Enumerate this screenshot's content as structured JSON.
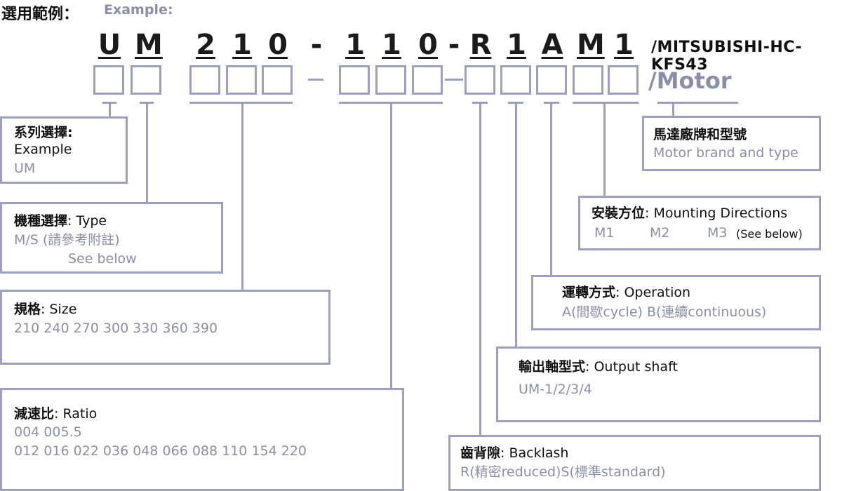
{
  "header": {
    "title_cn": "選用範例：",
    "title_en": "Example:"
  },
  "model_code": {
    "chars": [
      "U",
      "M",
      "2",
      "1",
      "0",
      "-",
      "1",
      "1",
      "0",
      "-",
      "R",
      "1",
      "A",
      "M",
      "1"
    ],
    "motor_model": "/MITSUBISHI-HC-KFS43",
    "motor_label": "/Motor"
  },
  "boxes": {
    "series": {
      "title": "系列選擇:",
      "line1": "Example",
      "line2": "UM"
    },
    "type": {
      "title_cn": "機種選擇",
      "title_en": ": Type",
      "line1": "M/S (請參考附註)",
      "line2": "See below"
    },
    "size": {
      "title_cn": "規格",
      "title_en": ": Size",
      "values": "210  240  270  300  330   360   390"
    },
    "ratio": {
      "title_cn": "減速比",
      "title_en": ": Ratio",
      "line1": "004  005.5",
      "line2": "012   016  022  036  048  066  088  110  154  220"
    },
    "motor_brand": {
      "title": "馬達廠牌和型號",
      "subtitle": "Motor brand and type"
    },
    "mounting": {
      "title_cn": "安裝方位",
      "title_en": ":  Mounting Directions",
      "m1": "M1",
      "m2": "M2",
      "m3": "M3",
      "note": "(See below)"
    },
    "operation": {
      "title_cn": "運轉方式",
      "title_en": ": Operation",
      "values": "A(間歇cycle)  B(連續continuous)"
    },
    "output_shaft": {
      "title_cn": "輸出軸型式",
      "title_en": ": Output shaft",
      "values": "UM-1/2/3/4"
    },
    "backlash": {
      "title_cn": "齒背隙",
      "title_en": ": Backlash",
      "values": "R(精密reduced)S(標準standard)"
    }
  },
  "colors": {
    "line": "#9aa0bd",
    "gray_text": "#8a8fa8",
    "dark_text": "#111111"
  }
}
